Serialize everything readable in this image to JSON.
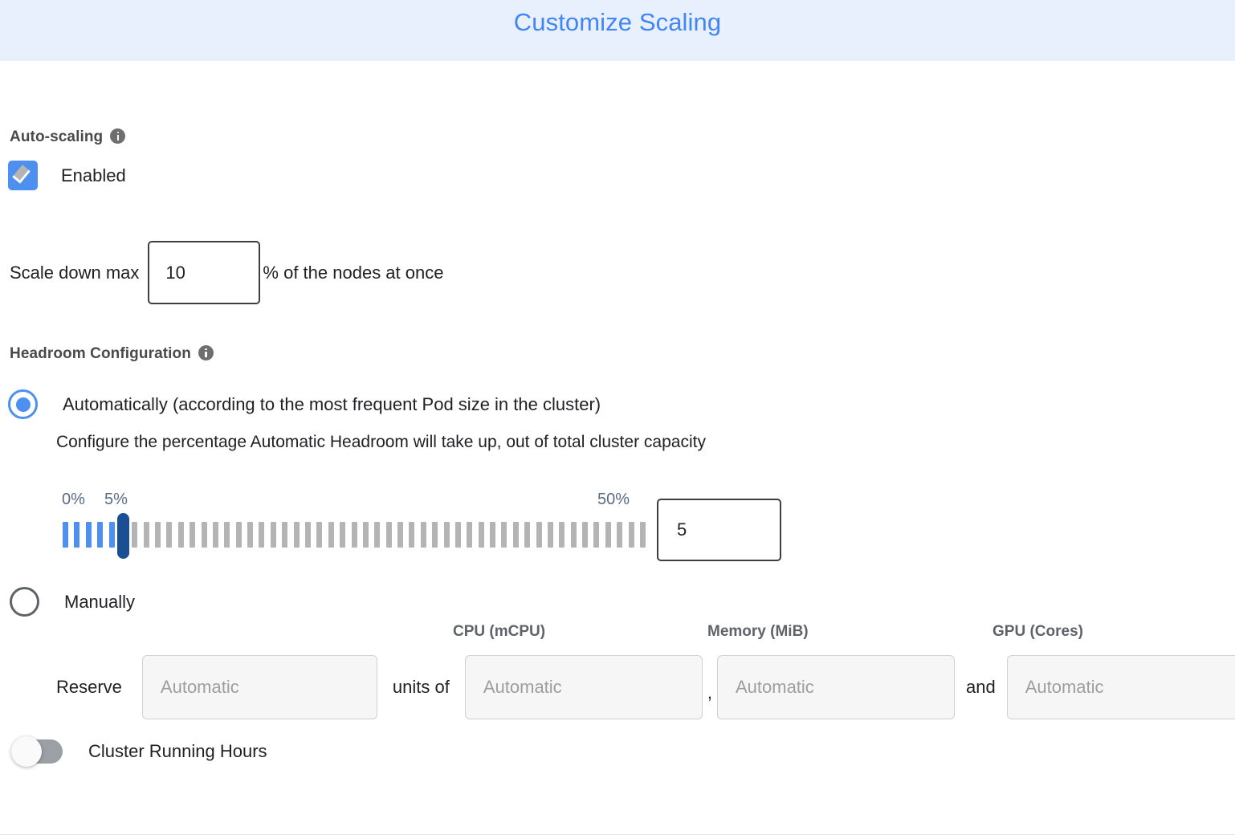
{
  "dialog": {
    "title": "Customize Scaling",
    "title_color": "#4285f4",
    "header_bg": "#e9f0fd"
  },
  "autoscaling": {
    "section_label": "Auto-scaling",
    "info_icon": "info-icon",
    "enabled_label": "Enabled",
    "enabled_checked": true,
    "checkbox_color": "#4d90f0",
    "scale_down": {
      "prefix_label": "Scale down max",
      "value": "10",
      "suffix_label": "% of the nodes at once"
    }
  },
  "headroom": {
    "section_label": "Headroom Configuration",
    "info_icon": "info-icon",
    "option_automatic": {
      "label": "Automatically (according to the most frequent Pod size in the cluster)",
      "selected": true,
      "helper_text": "Configure the percentage Automatic Headroom will take up, out of total cluster capacity"
    },
    "slider": {
      "min_label": "0%",
      "current_label": "5%",
      "max_label": "50%",
      "min": 0,
      "max": 50,
      "value": 5,
      "tick_count": 51,
      "filled_color": "#4d90f0",
      "empty_color": "#b4b4b4",
      "thumb_color": "#1a4f94",
      "label_color": "#5a6b85",
      "value_box": "5"
    },
    "option_manual": {
      "label": "Manually",
      "selected": false,
      "reserve_prefix": "Reserve",
      "units_of_label": "units of",
      "comma_label": ",",
      "and_label": "and",
      "columns": [
        {
          "header": "",
          "placeholder": "Automatic",
          "value": ""
        },
        {
          "header": "CPU (mCPU)",
          "placeholder": "Automatic",
          "value": ""
        },
        {
          "header": "Memory (MiB)",
          "placeholder": "Automatic",
          "value": ""
        },
        {
          "header": "GPU (Cores)",
          "placeholder": "Automatic",
          "value": ""
        }
      ]
    }
  },
  "cluster_running_hours": {
    "label": "Cluster Running Hours",
    "enabled": false
  }
}
